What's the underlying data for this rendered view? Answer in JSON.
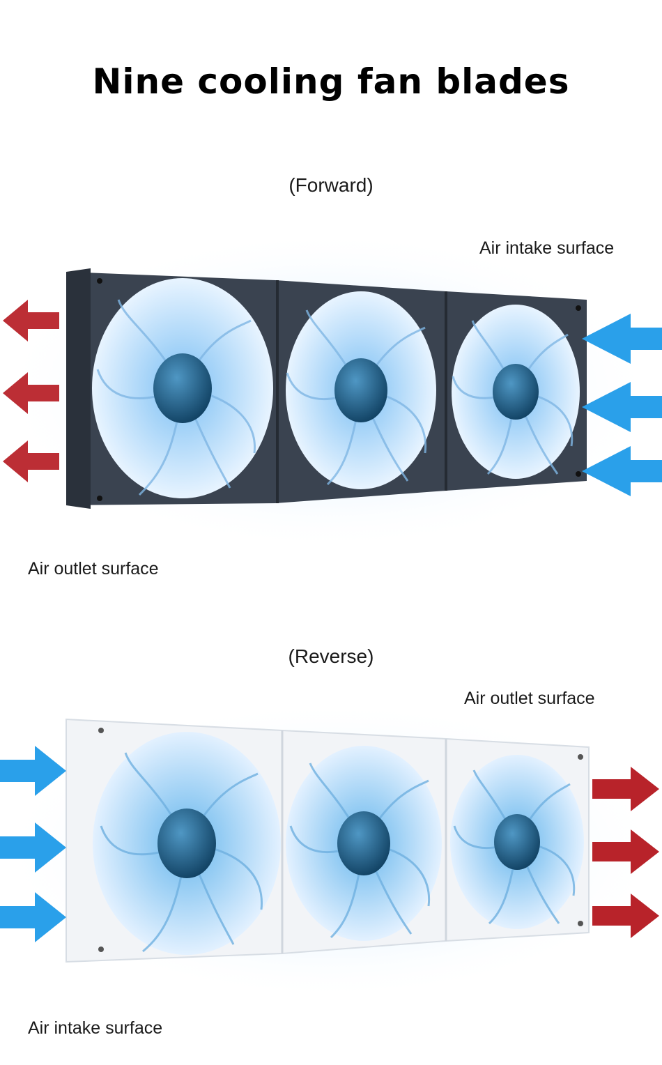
{
  "title": "Nine cooling fan blades",
  "forward": {
    "heading": "(Forward)",
    "intake_label": "Air intake surface",
    "outlet_label": "Air outlet surface",
    "frame_color": "#3a4350",
    "outlet_arrow_color": "#b8232a",
    "intake_arrow_color": "#2aa0ea"
  },
  "reverse": {
    "heading": "(Reverse)",
    "outlet_label": "Air outlet surface",
    "intake_label": "Air intake surface",
    "frame_color": "#f2f4f7",
    "outlet_arrow_color": "#b8232a",
    "intake_arrow_color": "#2aa0ea"
  },
  "blade_color": "#cfe6fb",
  "hub_color": "#1d5e86"
}
